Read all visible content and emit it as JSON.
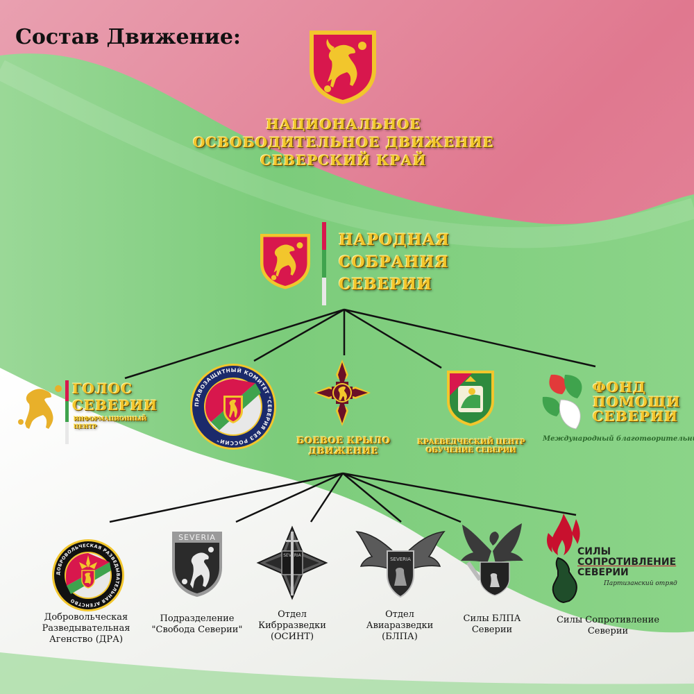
{
  "heading": "Состав Движение:",
  "movement": {
    "title_lines": [
      "НАЦИОНАЛЬНОЕ",
      "ОСВОБОДИТЕЛЬНОЕ ДВИЖЕНИЕ",
      "СЕВЕРСКИЙ КРАЙ"
    ]
  },
  "assembly": {
    "title_lines": [
      "НАРОДНАЯ",
      "СОБРАНИЯ",
      "СЕВЕРИИ"
    ]
  },
  "level2": {
    "voice": {
      "title_lines": [
        "ГОЛОС",
        "СЕВЕРИИ"
      ],
      "subtitle_lines": [
        "ИНФОРМАЦИОННЫЙ",
        "ЦЕНТР"
      ]
    },
    "committee": {
      "ring_text": "ПРАВОЗАЩИТНЫЙ КОМИТЕТ \"СЕВЕРИЯ БЕЗ РОССИИ\""
    },
    "combat_wing": {
      "label_lines": [
        "БОЕВОЕ КРЫЛО",
        "ДВИЖЕНИЕ"
      ]
    },
    "local_history": {
      "label_lines": [
        "КРАЕВЕДЧЕСКИЙ ЦЕНТР",
        "ОБУЧЕНИЕ СЕВЕРИИ"
      ]
    },
    "fund": {
      "title_lines": [
        "ФОНД",
        "ПОМОЩИ",
        "СЕВЕРИИ"
      ],
      "subtitle": "Международный благотворительный фонд"
    }
  },
  "level3": {
    "dra": {
      "ring_text": "ДОБРОВОЛЬЧЕСКАЯ РАЗВЕДЫВАТЕЛЬНАЯ АГЕНСТВО",
      "caption_lines": [
        "Добровольческая",
        "Разведывательная",
        "Агенство (ДРА)"
      ]
    },
    "freedom": {
      "shield_text": "SEVERIA",
      "caption_lines": [
        "Подразделение",
        "\"Свобода Северии\""
      ]
    },
    "osint": {
      "badge_text": "SEVERIA",
      "caption_lines": [
        "Отдел",
        "Кибрразведки",
        "(ОСИНТ)"
      ]
    },
    "aerial": {
      "badge_text": "SEVERIA",
      "caption_lines": [
        "Отдел",
        "Авиаразведки",
        "(БЛПА)"
      ]
    },
    "uav": {
      "caption_lines": [
        "Силы БЛПА",
        "Северии"
      ]
    },
    "resistance": {
      "title_lines": [
        "СИЛЫ",
        "СОПРОТИВЛЕНИЕ",
        "СЕВЕРИИ"
      ],
      "subtitle": "Партизанский отряд",
      "caption_lines": [
        "Силы Сопротивление",
        "Северии"
      ]
    }
  },
  "colors": {
    "pink": "#e7899e",
    "green": "#84cf82",
    "white": "#f2f2ee",
    "gold": "#f2c62c",
    "crimson": "#d8174d",
    "maroon": "#6a1027"
  }
}
